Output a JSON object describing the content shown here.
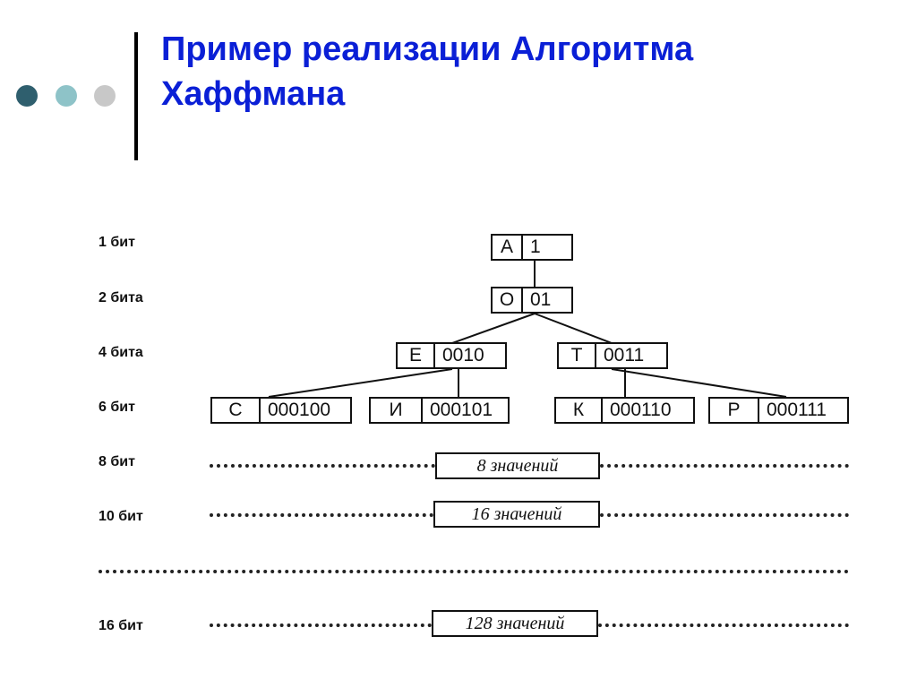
{
  "colors": {
    "title": "#0a1fd6",
    "dot1": "#2f5f6e",
    "dot2": "#8ec3c8",
    "dot3": "#c8c8c8"
  },
  "title": {
    "line1": "Пример реализации Алгоритма",
    "line2": "Хаффмана"
  },
  "row_labels": [
    "1 бит",
    "2 бита",
    "4 бита",
    "6 бит",
    "8 бит",
    "10 бит",
    "16 бит"
  ],
  "nodes": [
    {
      "letter": "А",
      "code": "1"
    },
    {
      "letter": "О",
      "code": "01"
    },
    {
      "letter": "Е",
      "code": "0010"
    },
    {
      "letter": "Т",
      "code": "0011"
    },
    {
      "letter": "С",
      "code": "000100"
    },
    {
      "letter": "И",
      "code": "000101"
    },
    {
      "letter": "К",
      "code": "000110"
    },
    {
      "letter": "Р",
      "code": "000111"
    }
  ],
  "value_boxes": [
    "8 значений",
    "16 значений",
    "128 значений"
  ]
}
